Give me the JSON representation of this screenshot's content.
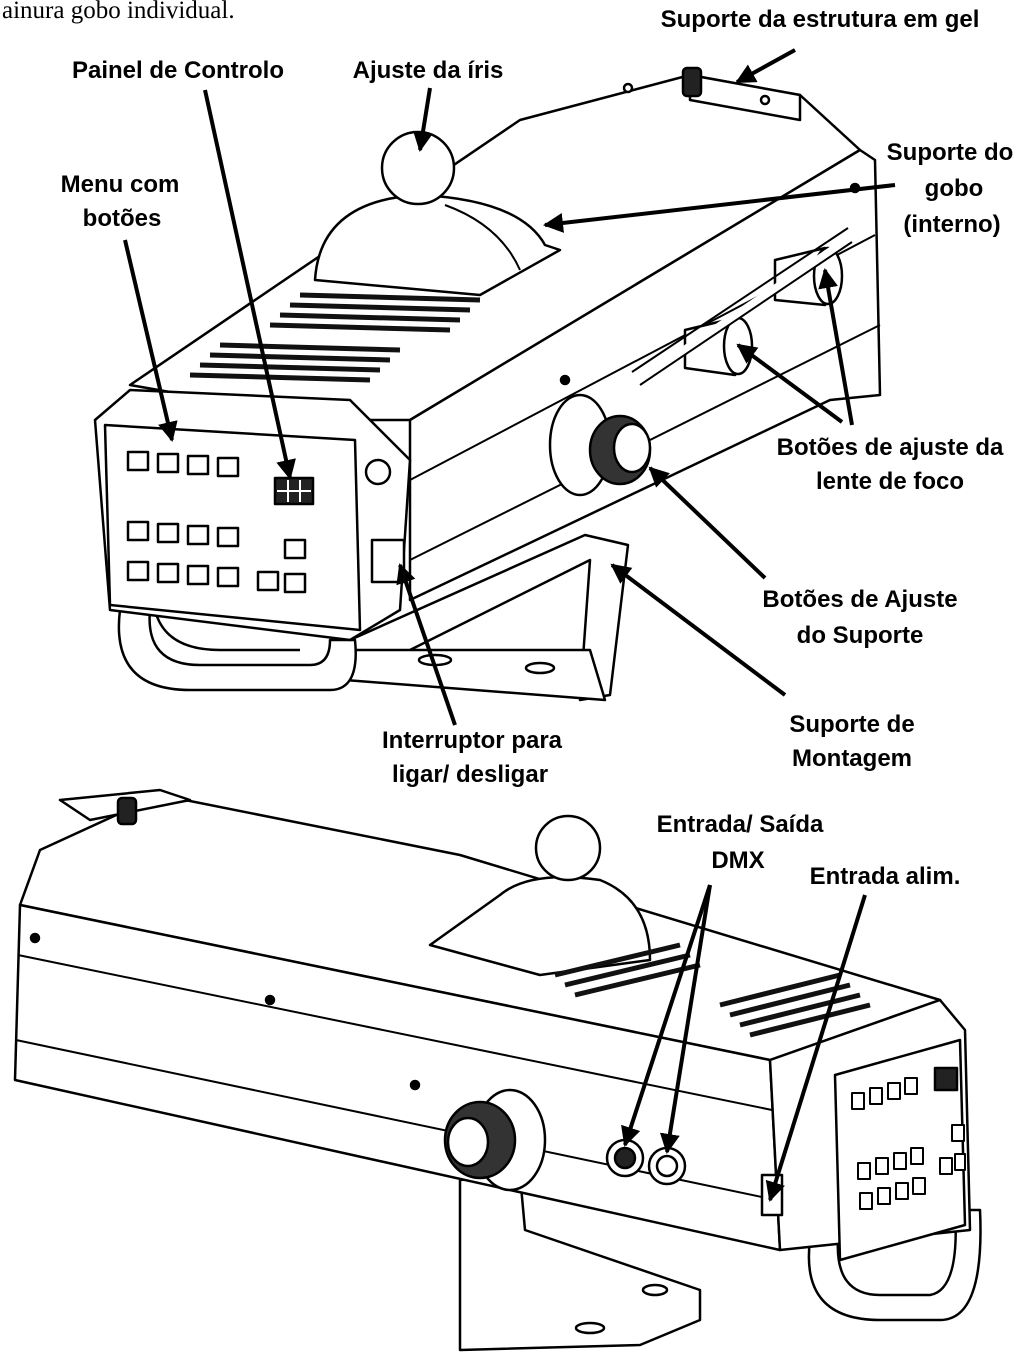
{
  "header_fragment": "ainura gobo individual.",
  "labels": {
    "suporte_gel": "Suporte da estrutura em gel",
    "painel_controlo": "Painel de Controlo",
    "ajuste_iris": "Ajuste da íris",
    "suporte_gobo_1": "Suporte do",
    "suporte_gobo_2": "gobo",
    "suporte_gobo_3": "(interno)",
    "menu_1": "Menu com",
    "menu_2": "botões",
    "lente_1": "Botões de ajuste da",
    "lente_2": "lente de foco",
    "ajuste_suporte_1": "Botões de Ajuste",
    "ajuste_suporte_2": "do Suporte",
    "montagem_1": "Suporte de",
    "montagem_2": "Montagem",
    "interruptor_1": "Interruptor para",
    "interruptor_2": "ligar/ desligar",
    "dmx_1": "Entrada/ Saída",
    "dmx_2": "DMX",
    "alim": "Entrada alim."
  },
  "colors": {
    "ink": "#000000",
    "paper": "#ffffff",
    "vent": "#1a1a1a"
  }
}
